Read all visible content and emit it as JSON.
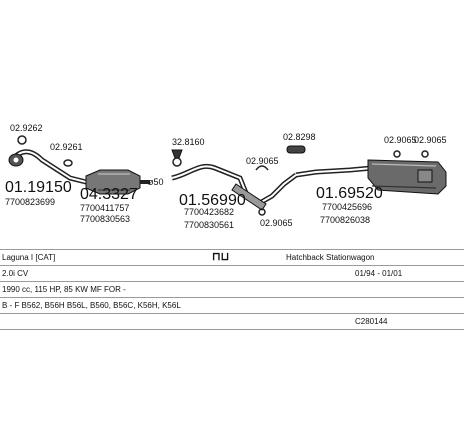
{
  "parts": {
    "p1": {
      "number": "01.19150",
      "ref": "7700823699",
      "clamp": "02.9262",
      "clamp2": "02.9261"
    },
    "p2": {
      "number": "04.3327",
      "ref1": "7700411757",
      "ref2": "7700830563"
    },
    "p3": {
      "number": "01.56990",
      "ref1": "7700423682",
      "ref2": "7700830561",
      "clamp": "32.8160",
      "clamp2": "02.9065",
      "clamp3": "02.9065"
    },
    "p4": {
      "number": "01.69520",
      "ref1": "7700425696",
      "ref2": "7700826038",
      "clamp": "02.8298",
      "clamp2": "02.9065",
      "clamp3": "02.9065"
    },
    "diameter": "ø50"
  },
  "table": {
    "model": "Laguna I [CAT]",
    "body": "Hatchback Stationwagon",
    "engine": "2.0i CV",
    "years": "01/94 - 01/01",
    "spec": "1990 cc, 115 HP, 85 KW MF FOR -",
    "codes": "B - F B562, B56H B56L, B560, B56C, K56H, K56L",
    "catalog_no": "C280144"
  }
}
